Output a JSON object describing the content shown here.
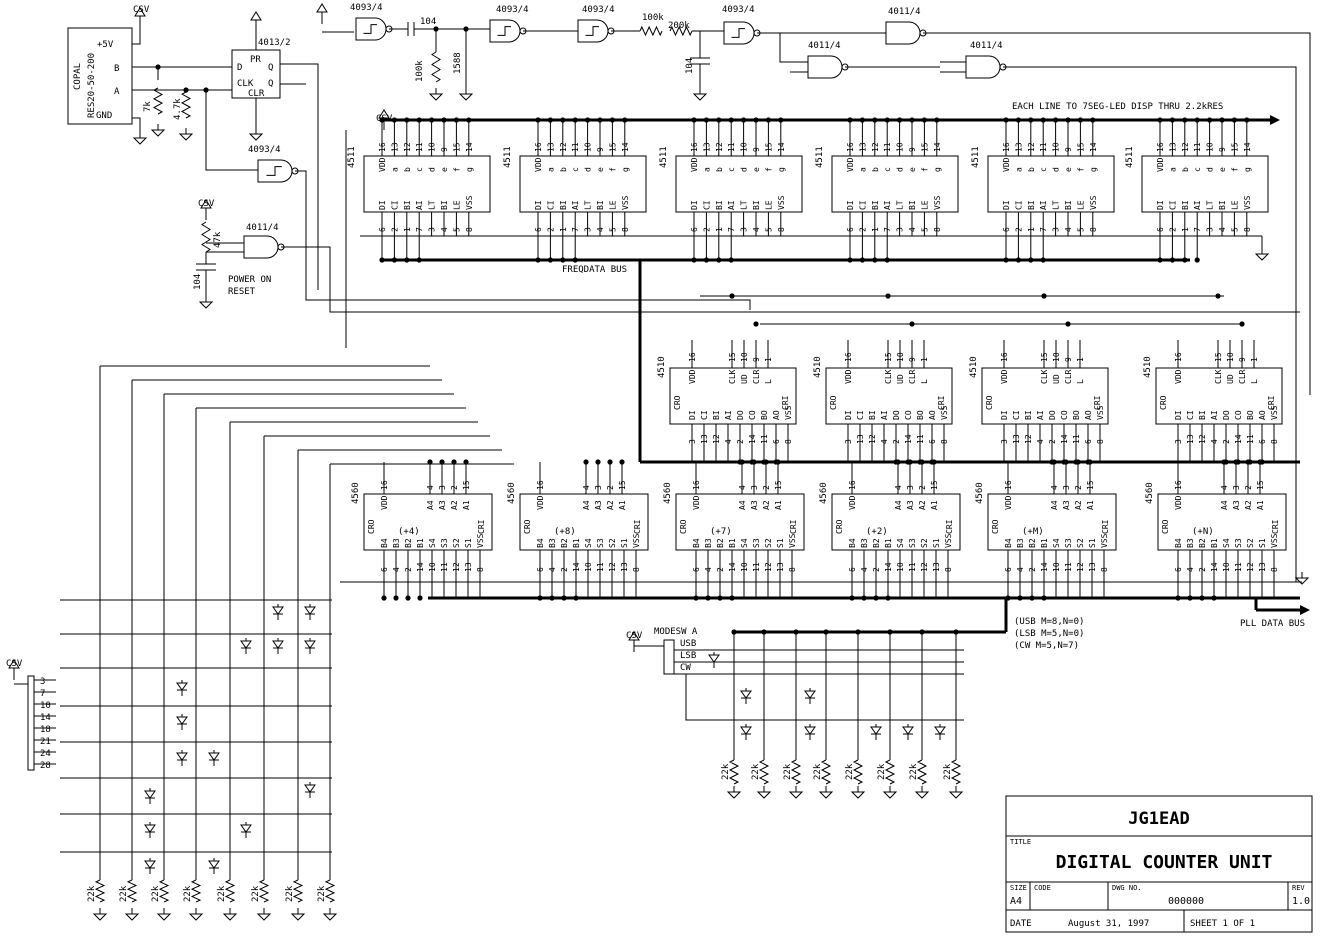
{
  "title_block": {
    "company": "JG1EAD",
    "title_label": "TITLE",
    "title": "DIGITAL COUNTER UNIT",
    "size_label": "SIZE",
    "size": "A4",
    "code_label": "CODE",
    "dwg_label": "DWG NO.",
    "dwg_no": "000000",
    "rev_label": "REV",
    "rev": "1.0",
    "date_label": "DATE",
    "date": "August 31, 1997",
    "sheet": "SHEET 1 OF 1"
  },
  "labels": {
    "csv": "CSV",
    "encoder_name": "COPAL",
    "encoder_part": "RES20-50-200",
    "enc_5v": "+5V",
    "enc_b": "B",
    "enc_a": "A",
    "enc_gnd": "GND",
    "ff": "4013/2",
    "ff_pr": "PR",
    "ff_d": "D",
    "ff_q": "Q",
    "ff_clk": "CLK",
    "ff_qb": "Q",
    "ff_clr": "CLR",
    "nand_4093": "4093/4",
    "nand_4011": "4011/4",
    "r_7k": "7k",
    "r_4k7": "4.7k",
    "r_100k": "100k",
    "r_200k": "200k",
    "r_47k": "47k",
    "r_22k": "22k",
    "c_104": "104",
    "c_1588": "1588",
    "power_on": "POWER ON",
    "reset": "RESET",
    "disp_note": "EACH LINE TO 7SEG-LED DISP THRU 2.2kRES",
    "freq_bus": "FREQDATA BUS",
    "pll_bus": "PLL DATA BUS",
    "modesw": "MODESW A",
    "usb": "USB",
    "lsb": "LSB",
    "cw": "CW",
    "mode_notes": [
      "(USB M=8,N=0)",
      "(LSB M=5,N=0)",
      "(CW  M=5,N=7)"
    ],
    "rotary_taps": [
      "3",
      "7",
      "10",
      "14",
      "18",
      "21",
      "24",
      "28"
    ],
    "ic4511": "4511",
    "ic4510": "4510",
    "ic4560": "4560",
    "div_labels": [
      "(+4)",
      "(+8)",
      "(+7)",
      "(+2)",
      "(+M)",
      "(+N)"
    ],
    "p4511_top": [
      "VDD",
      "a",
      "b",
      "c",
      "d",
      "e",
      "f",
      "g"
    ],
    "p4511_topnum": [
      "16",
      "13",
      "12",
      "11",
      "10",
      "9",
      "15",
      "14"
    ],
    "p4511_bot": [
      "DI",
      "CI",
      "BI",
      "AI",
      "LT",
      "BI",
      "LE",
      "VSS"
    ],
    "p4511_botnum": [
      "6",
      "2",
      "1",
      "7",
      "3",
      "4",
      "5",
      "8"
    ],
    "p4510_top": [
      "VDD",
      "CLK",
      "UD",
      "CLR",
      "L"
    ],
    "p4510_topnum": [
      "16",
      "15",
      "10",
      "9",
      "1"
    ],
    "p4510_bot": [
      "DI",
      "CI",
      "BI",
      "AI",
      "DO",
      "CO",
      "BO",
      "AO",
      "VSS"
    ],
    "p4510_botnum": [
      "3",
      "13",
      "12",
      "4",
      "2",
      "14",
      "11",
      "6",
      "8"
    ],
    "p4510_side": [
      "CRO",
      "CRI"
    ],
    "p4560_top": [
      "VDD",
      "A4",
      "A3",
      "A2",
      "A1"
    ],
    "p4560_topnum": [
      "16",
      "4",
      "3",
      "2",
      "15"
    ],
    "p4560_bot": [
      "B4",
      "B3",
      "B2",
      "B1",
      "S4",
      "S3",
      "S2",
      "S1",
      "VSS"
    ],
    "p4560_botnum": [
      "6",
      "4",
      "2",
      "14",
      "10",
      "11",
      "12",
      "13",
      "8"
    ],
    "p4560_side": [
      "CRO",
      "CRI"
    ]
  }
}
